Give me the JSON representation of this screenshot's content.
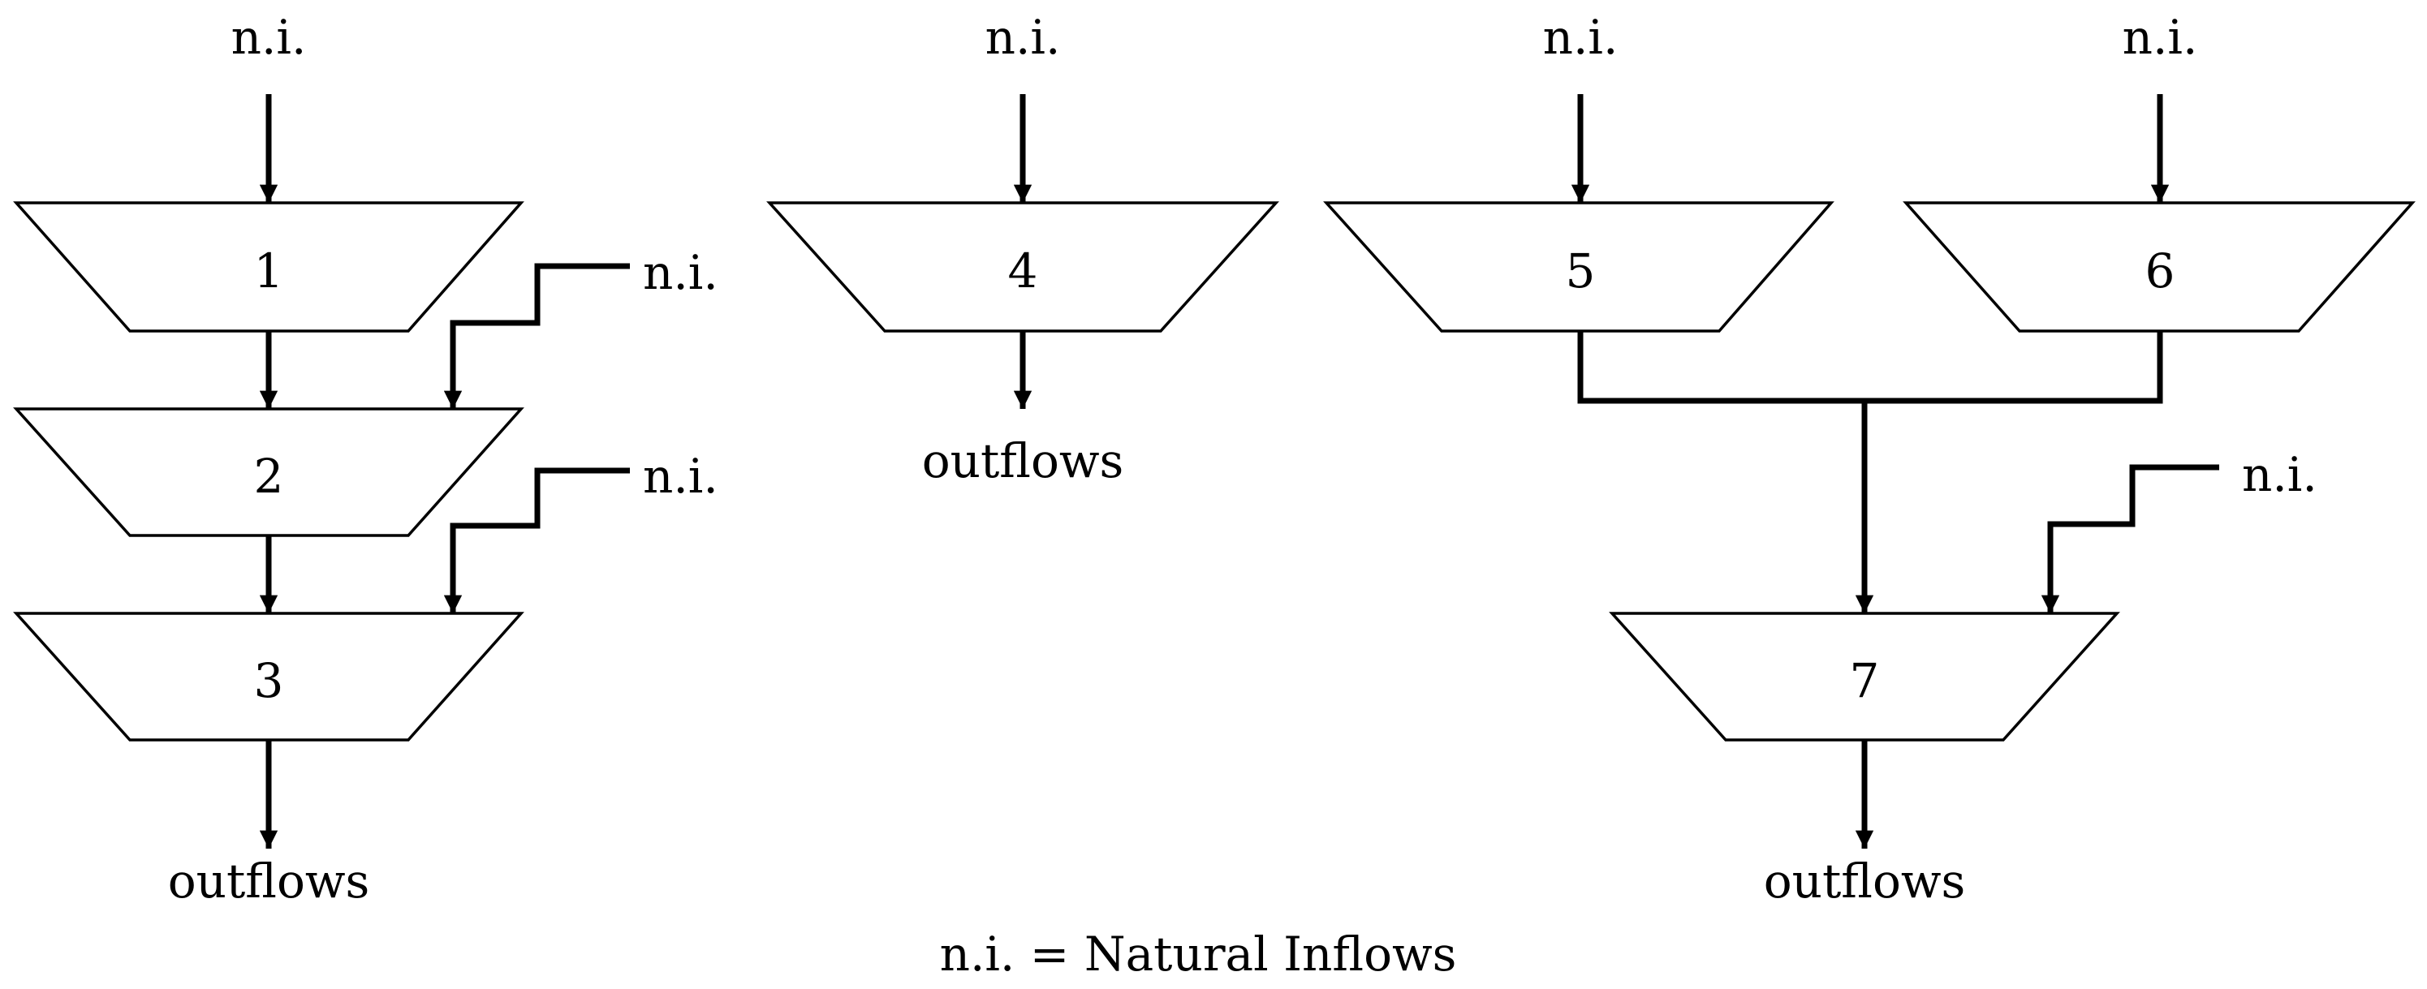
{
  "diagram": {
    "reservoirs": [
      "1",
      "2",
      "3",
      "4",
      "5",
      "6",
      "7"
    ],
    "inflow_label": "n.i.",
    "outflow_label": "outflows",
    "legend": "n.i. = Natural Inflows"
  }
}
